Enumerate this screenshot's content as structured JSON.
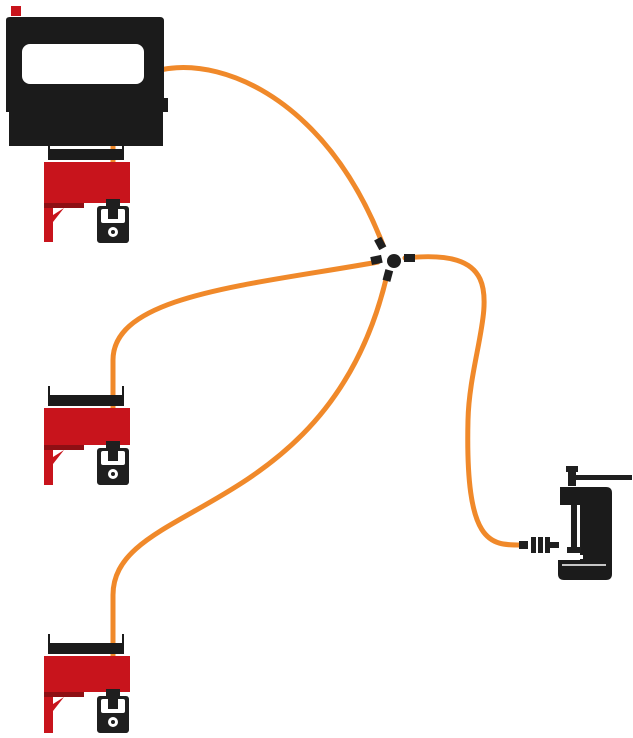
{
  "colors": {
    "cable": "#f0892a",
    "connector": "#1f1f1f",
    "body_red": "#c8141c",
    "red_dark": "#8e0f14",
    "body_black": "#1b1b1b",
    "background": "#ffffff"
  },
  "components": [
    {
      "name": "thermal-unit-icon",
      "kind": "welding thermal unit (top unit)"
    },
    {
      "name": "thermal-unit-icon",
      "kind": "welding thermal unit"
    },
    {
      "name": "thermal-unit-icon",
      "kind": "welding thermal unit"
    },
    {
      "name": "y-junction-icon",
      "kind": "cable junction"
    },
    {
      "name": "ground-clamp-icon",
      "kind": "c-clamp"
    }
  ]
}
